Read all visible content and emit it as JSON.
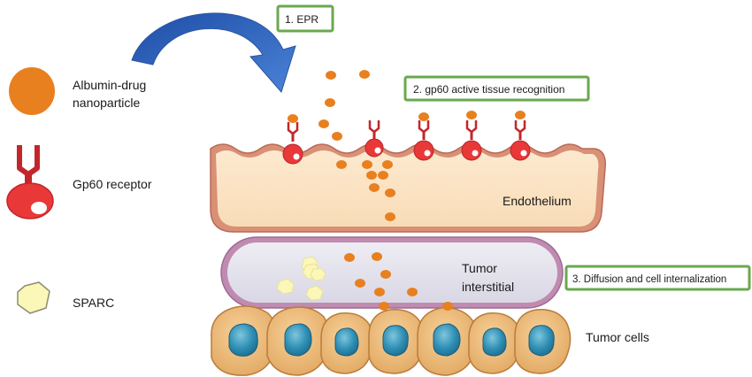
{
  "legend": {
    "nanoparticle_label_line1": "Albumin-drug",
    "nanoparticle_label_line2": "nanoparticle",
    "receptor_label": "Gp60 receptor",
    "sparc_label": "SPARC"
  },
  "steps": {
    "step1": "1. EPR",
    "step2": "2. gp60  active tissue recognition",
    "step3": "3. Diffusion and cell internalization"
  },
  "regions": {
    "endothelium": "Endothelium",
    "interstitial_line1": "Tumor",
    "interstitial_line2": "interstitial",
    "tumor_cells": "Tumor cells"
  },
  "colors": {
    "nanoparticle": "#e8801f",
    "receptor": "#e32b2b",
    "box_border": "#6aa84f",
    "arrow": "#3f6fc4",
    "endothelium_fill": "#fbe3c3",
    "interstitial_fill": "#e3e2ec",
    "sparc": "#fbf7b8"
  }
}
